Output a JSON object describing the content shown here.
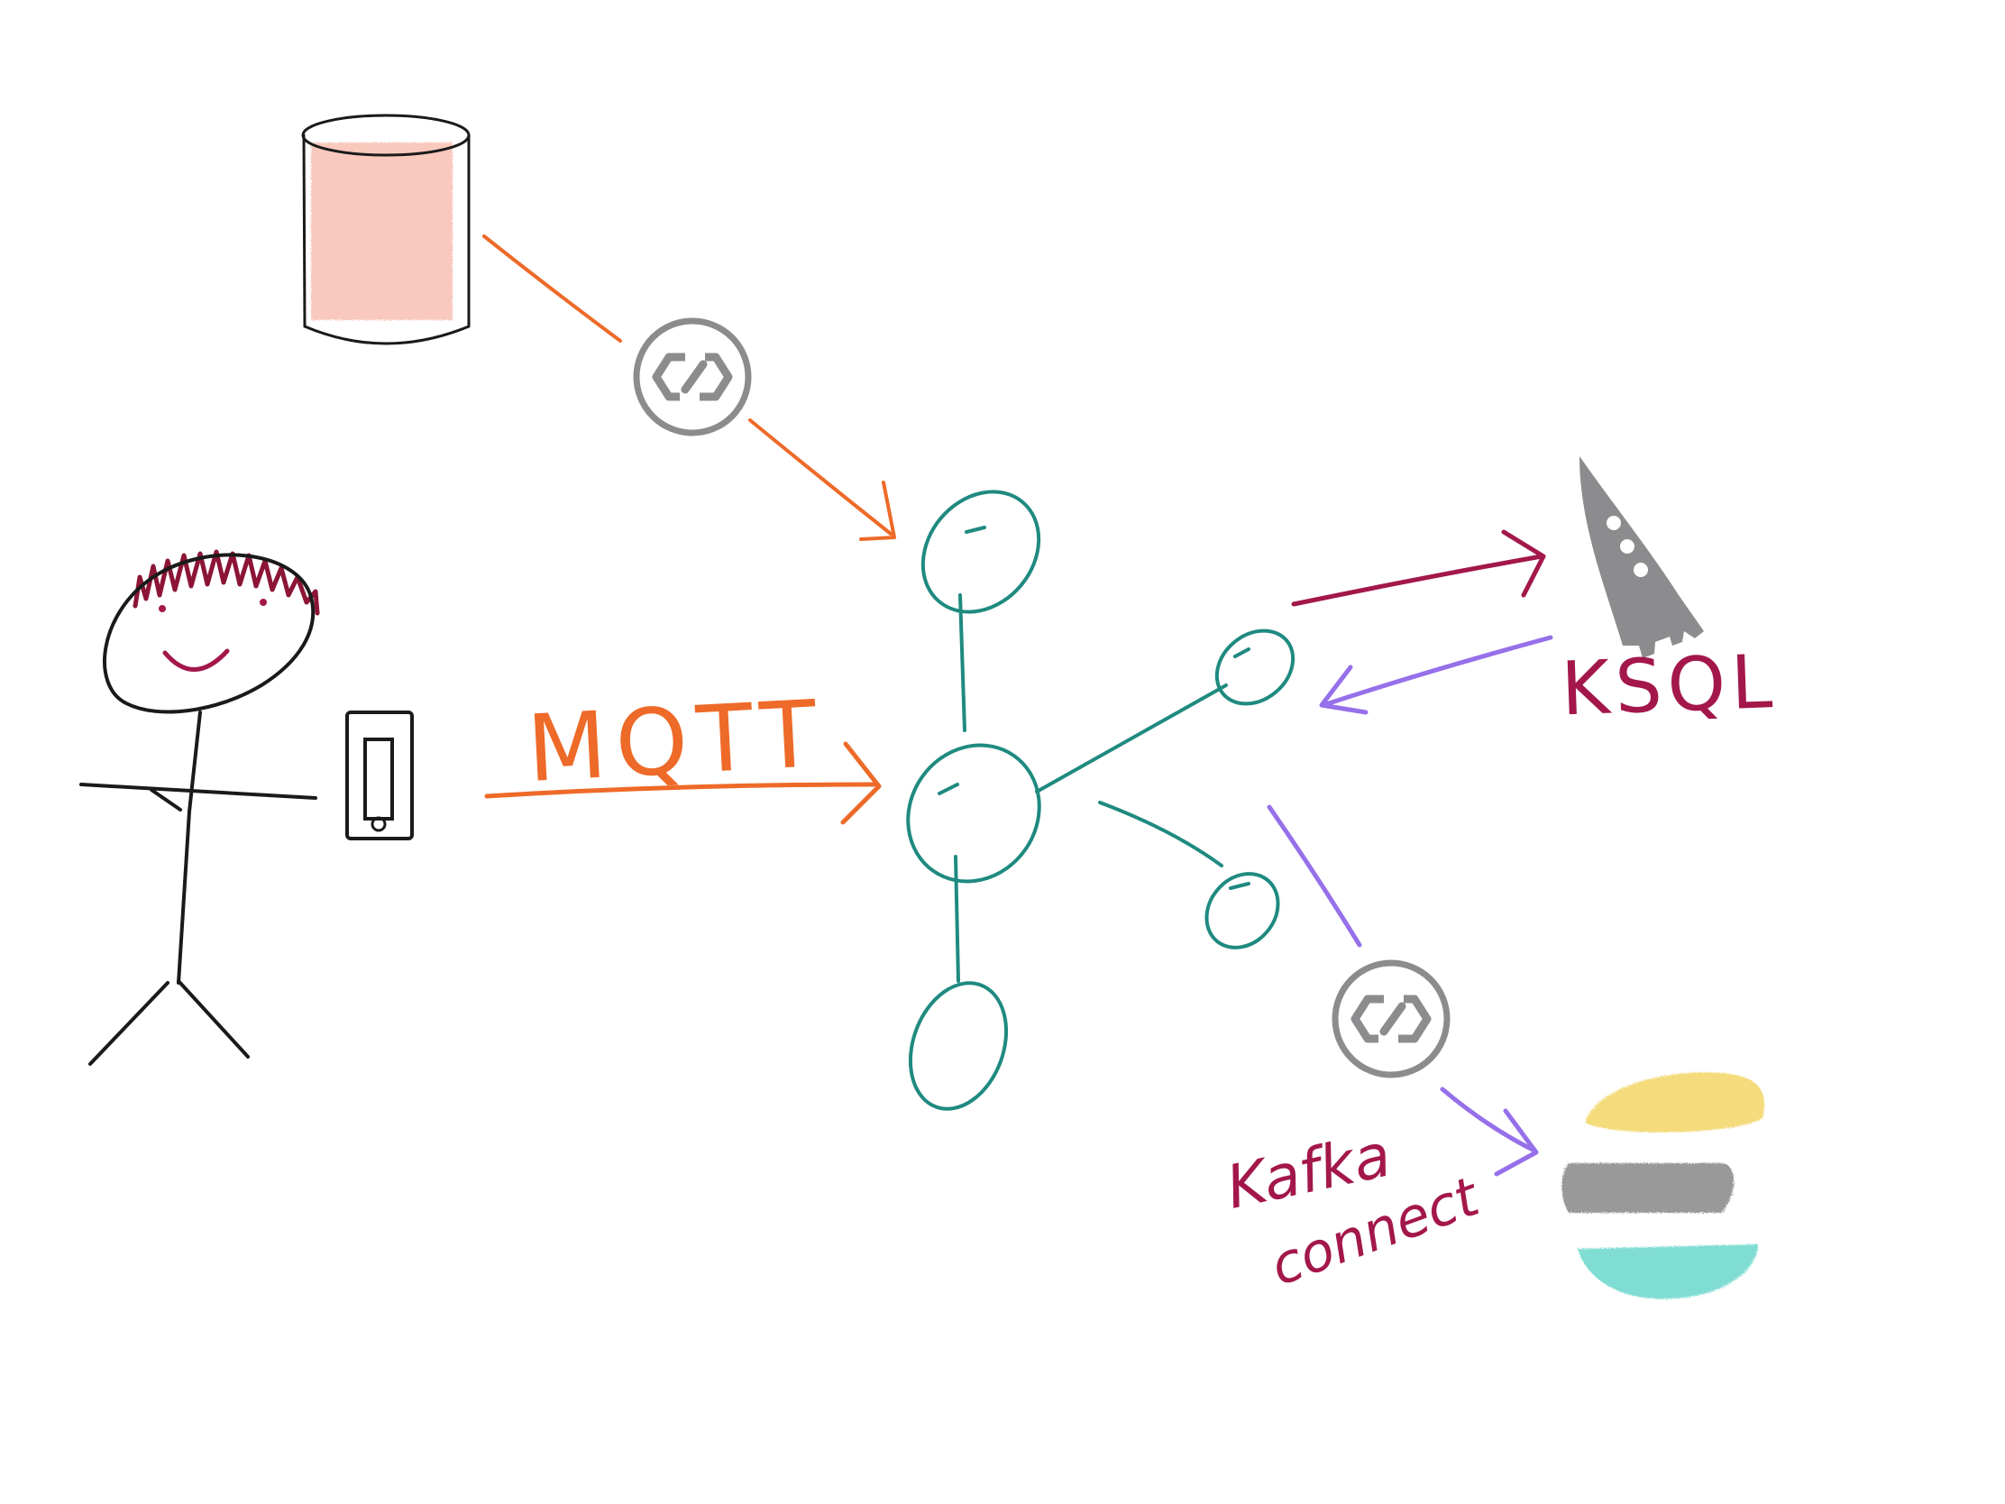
{
  "labels": {
    "mqtt": "MQTT",
    "ksql": "KSQL",
    "kafka_connect_line1": "Kafka",
    "kafka_connect_line2": "connect"
  },
  "colors": {
    "orange": "#ee6a28",
    "teal": "#1f8a80",
    "maroon": "#a3174a",
    "purple": "#9670ea",
    "grey": "#8c8c8e",
    "black": "#1a1a1a",
    "database_fill": "#f7b8a8",
    "hair": "#8c1535",
    "burger_top": "#f2d35c",
    "burger_middle": "#6e6e6e",
    "burger_bottom": "#56d2c6"
  },
  "icons": {
    "database": "cylinder-database-icon",
    "connector": "kafka-connect-link-icon",
    "rocket": "ksql-rocket-icon",
    "person": "stick-figure-icon",
    "phone": "mobile-phone-icon",
    "data_lake": "stacked-burger-icon"
  }
}
